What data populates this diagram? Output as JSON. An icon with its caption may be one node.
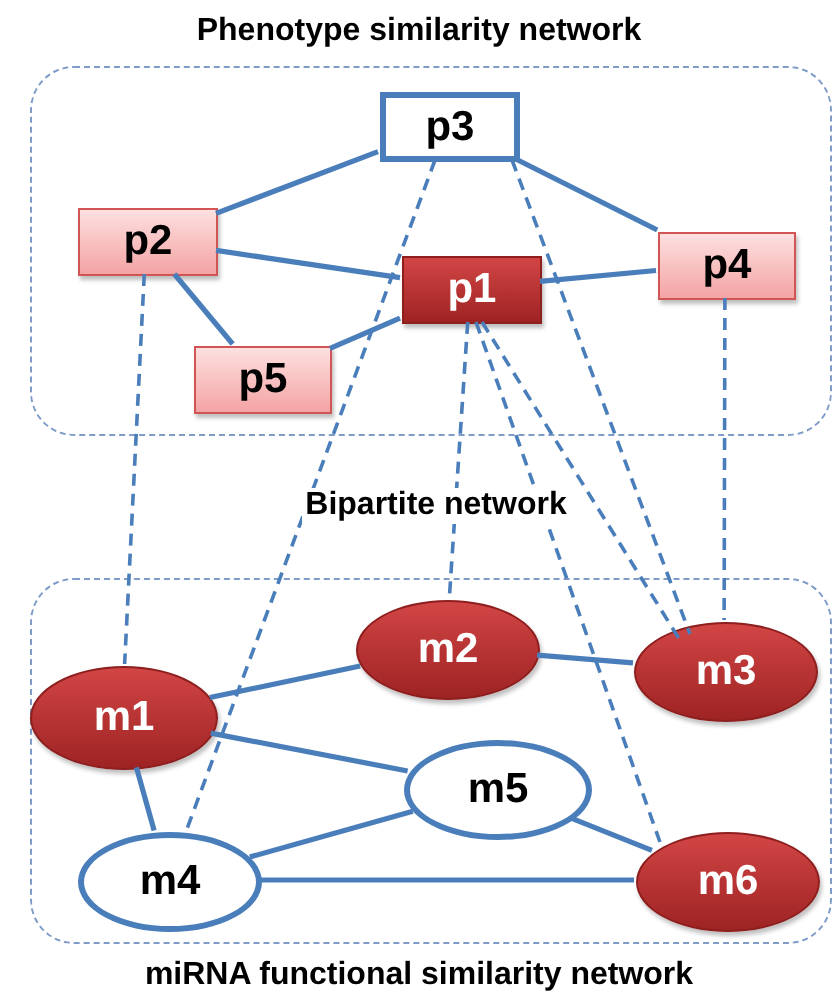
{
  "diagram": {
    "nodes": [
      {
        "text": [
          "Phenotype similarity network"
        ]
      },
      {
        "text": [
          "p3"
        ],
        "in": 0
      },
      {
        "text": [
          "p2"
        ],
        "in": 0
      },
      {
        "text": [
          "p1"
        ],
        "in": 0
      },
      {
        "text": [
          "p4"
        ],
        "in": 0
      },
      {
        "text": [
          "p5"
        ],
        "in": 0
      },
      {
        "text": [
          "miRNA functional similarity network"
        ]
      },
      {
        "text": [
          "m1"
        ],
        "in": 6
      },
      {
        "text": [
          "m2"
        ],
        "in": 6
      },
      {
        "text": [
          "m3"
        ],
        "in": 6
      },
      {
        "text": [
          "m4"
        ],
        "in": 6
      },
      {
        "text": [
          "m5"
        ],
        "in": 6
      },
      {
        "text": [
          "m6"
        ],
        "in": 6
      }
    ],
    "edges": [
      {
        "from": 1,
        "to": 2,
        "arrow": "none"
      },
      {
        "from": 1,
        "to": 4,
        "arrow": "none"
      },
      {
        "from": 2,
        "to": 3,
        "arrow": "none"
      },
      {
        "from": 2,
        "to": 5,
        "arrow": "none"
      },
      {
        "from": 5,
        "to": 3,
        "arrow": "none"
      },
      {
        "from": 3,
        "to": 4,
        "arrow": "none"
      },
      {
        "from": 7,
        "to": 8,
        "arrow": "none"
      },
      {
        "from": 8,
        "to": 9,
        "arrow": "none"
      },
      {
        "from": 7,
        "to": 11,
        "arrow": "none"
      },
      {
        "from": 7,
        "to": 10,
        "arrow": "none"
      },
      {
        "from": 10,
        "to": 11,
        "arrow": "none"
      },
      {
        "from": 11,
        "to": 12,
        "arrow": "none"
      },
      {
        "from": 10,
        "to": 12,
        "arrow": "none"
      },
      {
        "from": 2,
        "to": 7,
        "arrow": "none",
        "style": "dashed"
      },
      {
        "from": 1,
        "to": 10,
        "arrow": "none",
        "style": "dashed"
      },
      {
        "from": 1,
        "to": 9,
        "arrow": "none",
        "style": "dashed"
      },
      {
        "from": 3,
        "to": 8,
        "arrow": "none",
        "style": "dashed"
      },
      {
        "from": 3,
        "to": 12,
        "arrow": "none",
        "style": "dashed"
      },
      {
        "from": 3,
        "to": 9,
        "arrow": "none",
        "style": "dashed"
      },
      {
        "from": 4,
        "to": 9,
        "arrow": "none",
        "style": "dashed"
      }
    ],
    "labels": [
      "Bipartite network"
    ]
  }
}
